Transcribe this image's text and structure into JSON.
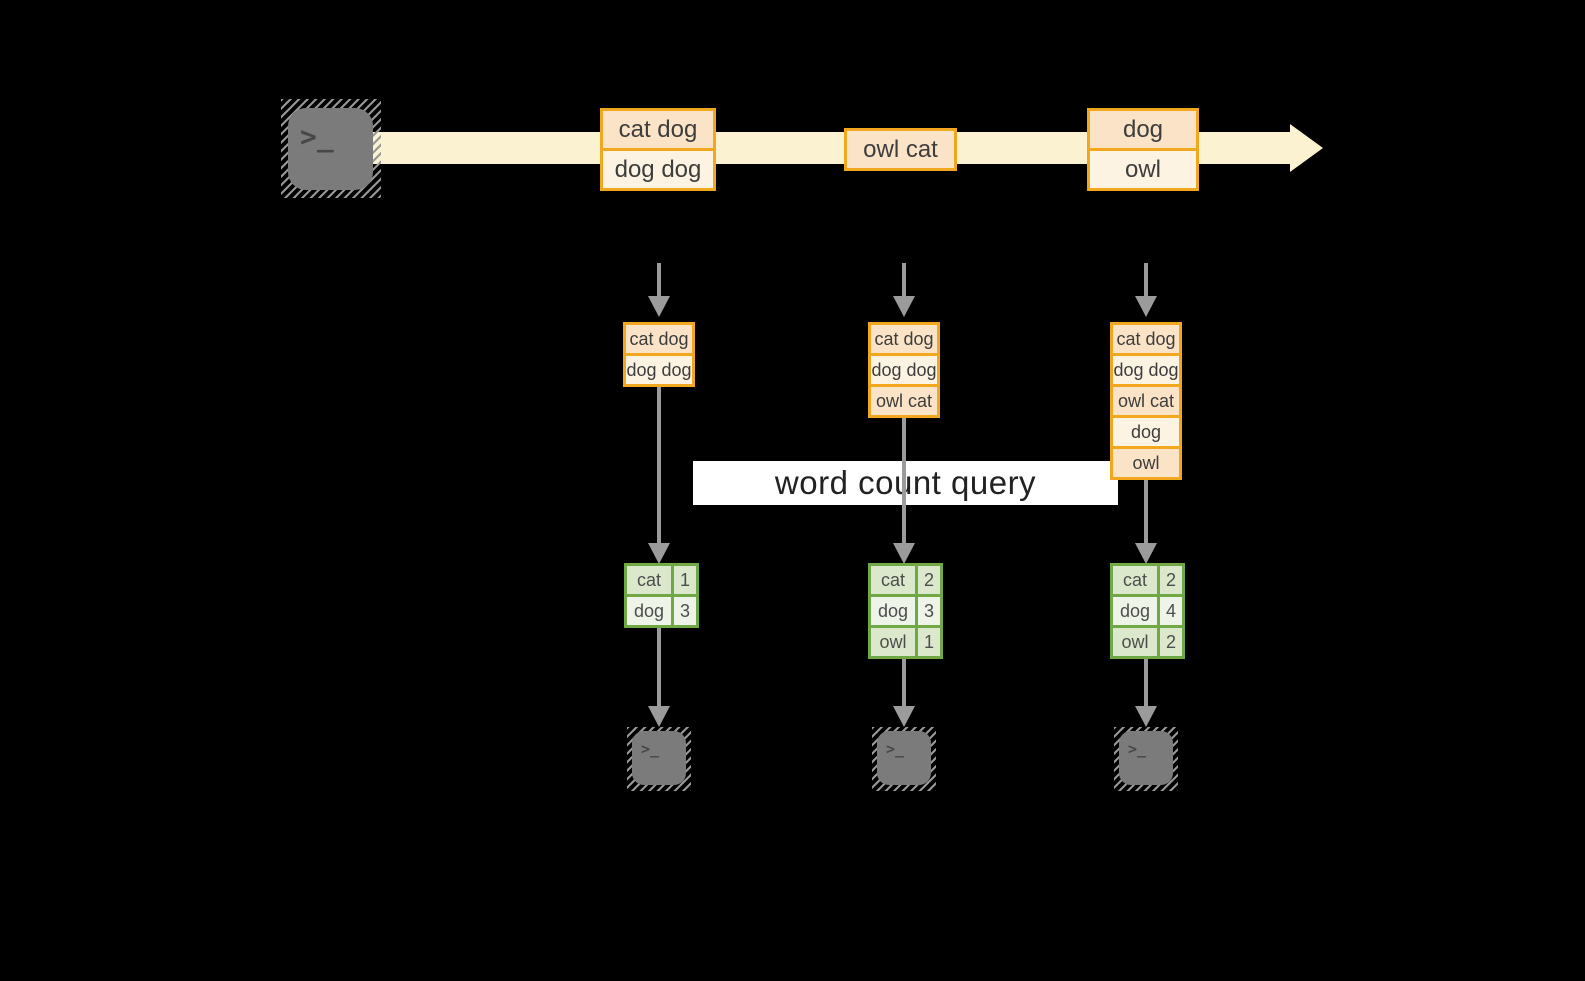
{
  "banner": {
    "label": "word count query"
  },
  "icons": {
    "terminal_glyph": ">_"
  },
  "stream": {
    "events": [
      {
        "rows": [
          "cat dog",
          "dog dog"
        ]
      },
      {
        "rows": [
          "owl cat"
        ]
      },
      {
        "rows": [
          "dog",
          "owl"
        ]
      }
    ]
  },
  "states": [
    {
      "rows": [
        "cat dog",
        "dog dog"
      ]
    },
    {
      "rows": [
        "cat dog",
        "dog dog",
        "owl cat"
      ]
    },
    {
      "rows": [
        "cat dog",
        "dog dog",
        "owl cat",
        "dog",
        "owl"
      ]
    }
  ],
  "counts": [
    {
      "rows": [
        {
          "word": "cat",
          "count": "1"
        },
        {
          "word": "dog",
          "count": "3"
        }
      ]
    },
    {
      "rows": [
        {
          "word": "cat",
          "count": "2"
        },
        {
          "word": "dog",
          "count": "3"
        },
        {
          "word": "owl",
          "count": "1"
        }
      ]
    },
    {
      "rows": [
        {
          "word": "cat",
          "count": "2"
        },
        {
          "word": "dog",
          "count": "4"
        },
        {
          "word": "owl",
          "count": "2"
        }
      ]
    }
  ],
  "colors": {
    "amber_border": "#F2A81E",
    "peach_fill": "#FAE3C7",
    "cream_fill": "#FDF3E3",
    "stream_fill": "#FBF2D2",
    "green_border": "#6FA845",
    "green_fill": "#DCE8CC",
    "green_fill_light": "#EFF4E8",
    "arrow_gray": "#9B9B9B",
    "terminal_gray": "#7B7B7B",
    "background": "#000000"
  }
}
